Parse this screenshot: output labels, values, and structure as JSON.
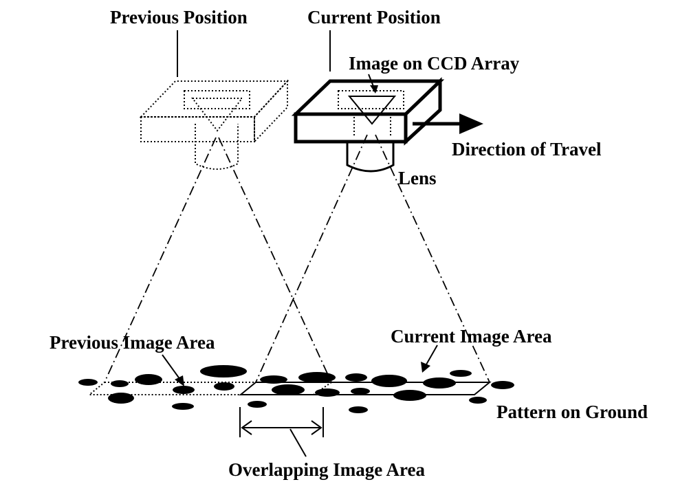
{
  "labels": {
    "previous_position": "Previous Position",
    "current_position": "Current Position",
    "image_on_ccd": "Image on CCD Array",
    "direction_of_travel": "Direction of Travel",
    "lens": "Lens",
    "previous_image_area": "Previous Image Area",
    "current_image_area": "Current Image Area",
    "pattern_on_ground": "Pattern on Ground",
    "overlapping_image_area": "Overlapping Image Area"
  }
}
